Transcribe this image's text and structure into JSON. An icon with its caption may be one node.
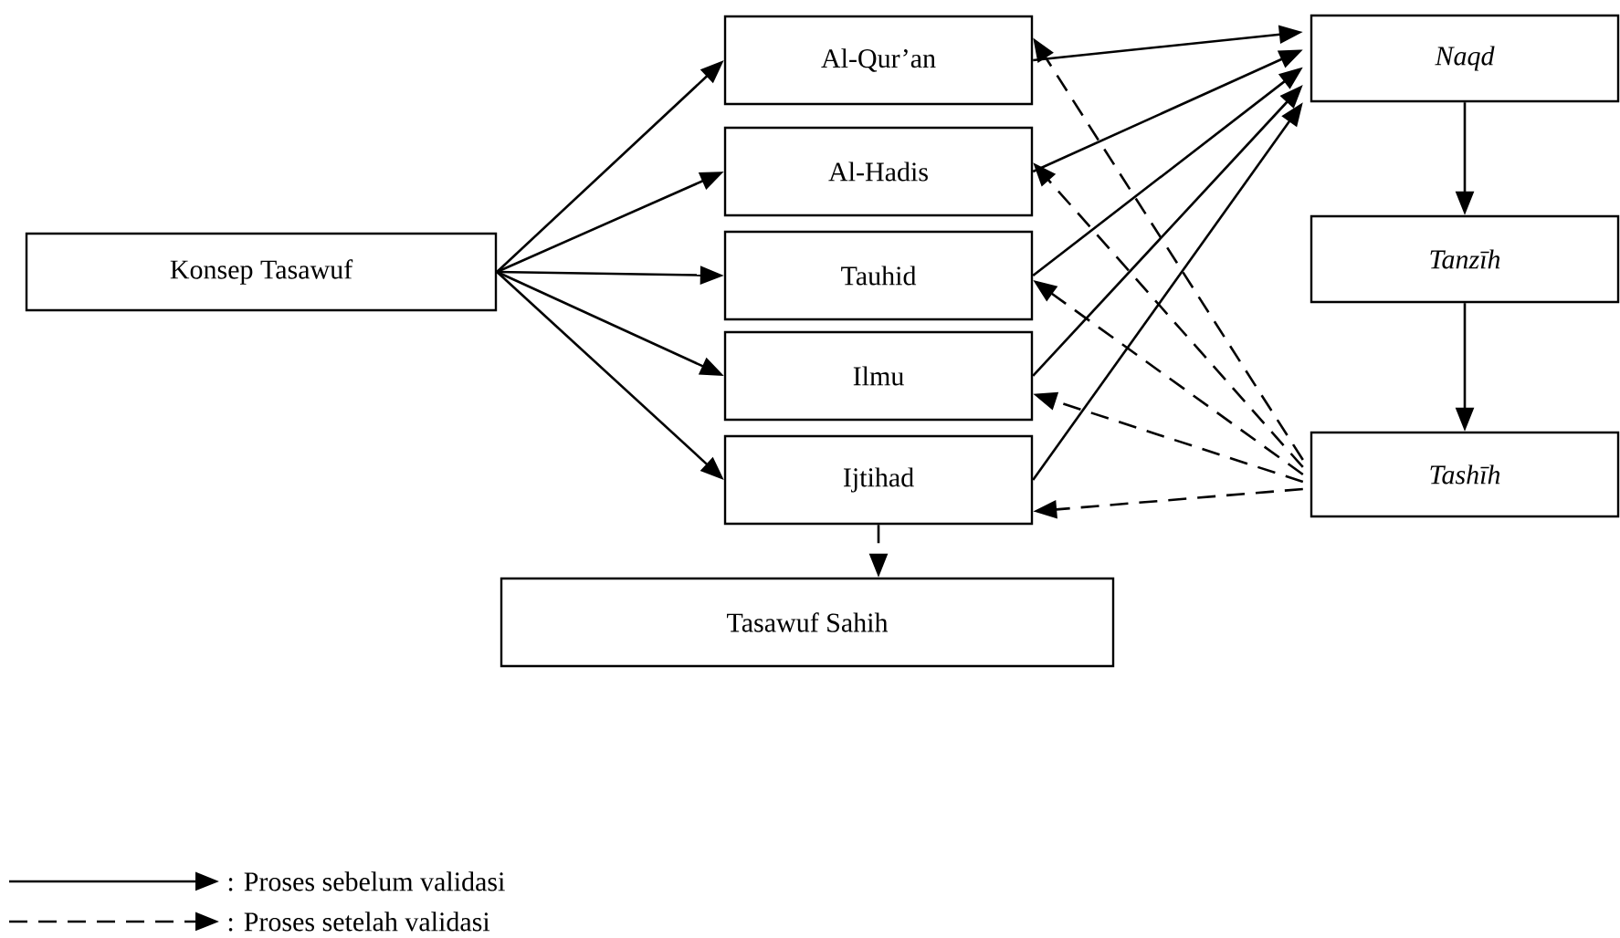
{
  "diagram": {
    "nodes": [
      {
        "text": [
          "Konsep Tasawuf"
        ]
      },
      {
        "text": [
          "Al-Qur’an"
        ]
      },
      {
        "text": [
          "Al-Hadis"
        ]
      },
      {
        "text": [
          "Tauhid"
        ]
      },
      {
        "text": [
          "Ilmu"
        ]
      },
      {
        "text": [
          "Ijtihad"
        ]
      },
      {
        "text": [
          "Naqd"
        ]
      },
      {
        "text": [
          "Tanzīh"
        ]
      },
      {
        "text": [
          "Tashīh"
        ]
      },
      {
        "text": [
          "Tasawuf Sahih"
        ]
      }
    ],
    "edges": [
      {
        "from": 0,
        "to": 1,
        "arrow": "to"
      },
      {
        "from": 0,
        "to": 2,
        "arrow": "to"
      },
      {
        "from": 0,
        "to": 3,
        "arrow": "to"
      },
      {
        "from": 0,
        "to": 4,
        "arrow": "to"
      },
      {
        "from": 0,
        "to": 5,
        "arrow": "to"
      },
      {
        "from": 1,
        "to": 6,
        "arrow": "to"
      },
      {
        "from": 2,
        "to": 6,
        "arrow": "to"
      },
      {
        "from": 3,
        "to": 6,
        "arrow": "to"
      },
      {
        "from": 4,
        "to": 6,
        "arrow": "to"
      },
      {
        "from": 5,
        "to": 6,
        "arrow": "to"
      },
      {
        "from": 6,
        "to": 7,
        "arrow": "to"
      },
      {
        "from": 7,
        "to": 8,
        "arrow": "to"
      },
      {
        "from": 8,
        "to": 1,
        "arrow": "to",
        "style": "dashed"
      },
      {
        "from": 8,
        "to": 2,
        "arrow": "to",
        "style": "dashed"
      },
      {
        "from": 8,
        "to": 3,
        "arrow": "to",
        "style": "dashed"
      },
      {
        "from": 8,
        "to": 4,
        "arrow": "to",
        "style": "dashed"
      },
      {
        "from": 8,
        "to": 5,
        "arrow": "to",
        "style": "dashed"
      },
      {
        "from": 5,
        "to": 9,
        "arrow": "to",
        "style": "dashed"
      }
    ],
    "legend": [
      {
        "text": ": Proses sebelum validasi"
      },
      {
        "text": ": Proses setelah validasi"
      }
    ]
  }
}
